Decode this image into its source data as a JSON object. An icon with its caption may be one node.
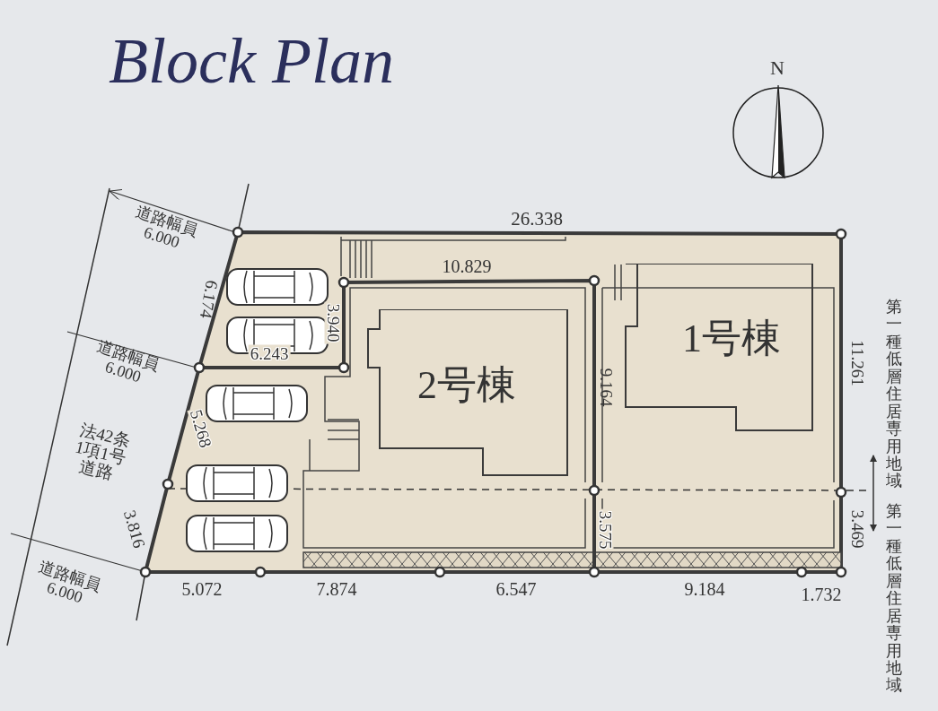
{
  "diagram": {
    "title": "Block Plan",
    "nodes": [
      {
        "text": [
          "2号棟"
        ]
      },
      {
        "text": [
          "1号棟"
        ]
      }
    ],
    "labels": [
      "N",
      "道路幅員 6.000",
      "26.338",
      "6.174",
      "10.829",
      "3.940",
      "6.243",
      "道路幅員 6.000",
      "5.268",
      "法42条1項1号道路",
      "9.164",
      "11.261",
      "第一種低層住居専用地域",
      "3.816",
      "3.575",
      "3.469",
      "第一種低層住居専用地域",
      "道路幅員 6.000",
      "5.072",
      "7.874",
      "6.547",
      "9.184",
      "1.732"
    ]
  }
}
